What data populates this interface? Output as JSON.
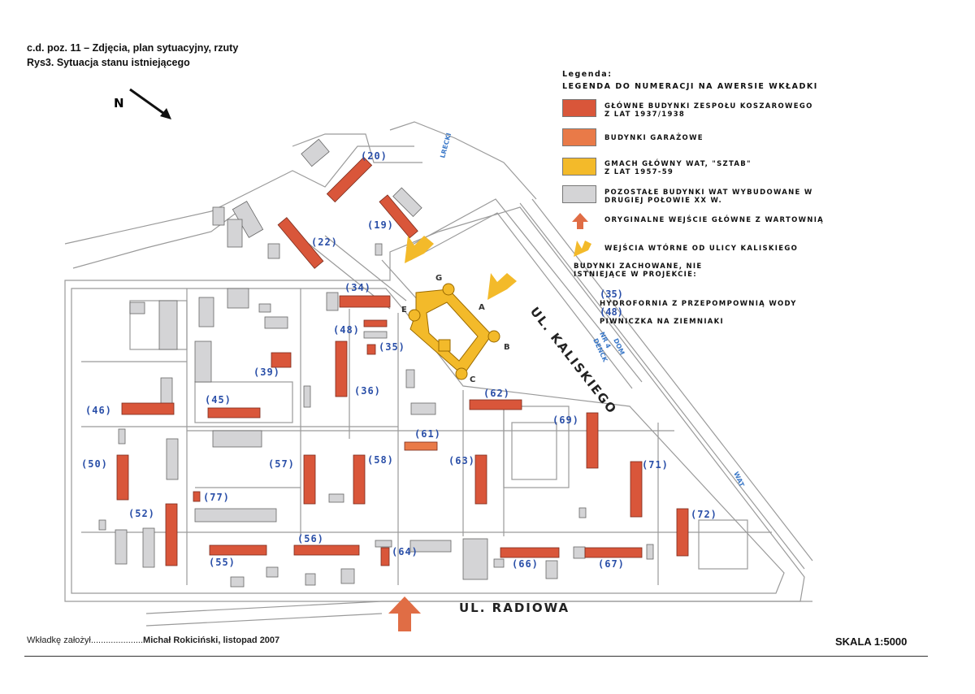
{
  "header": {
    "line1": "c.d. poz. 11 – Zdjęcia, plan sytuacyjny, rzuty",
    "line2": "Rys3. Sytuacja stanu istniejącego"
  },
  "north_label": "N",
  "legend": {
    "title": "Legenda:",
    "subtitle": "LEGENDA DO NUMERACJI NA AWERSIE WKŁADKI",
    "items": [
      {
        "text": "GŁÓWNE BUDYNKI ZESPOŁU KOSZAROWEGO\nZ LAT 1937/1938",
        "color": "#d9563a"
      },
      {
        "text": "BUDYNKI GARAŻOWE",
        "color": "#e97a48"
      },
      {
        "text": "GMACH GŁÓWNY WAT, \"SZTAB\"\nZ LAT 1957-59",
        "color": "#f3ba2a"
      },
      {
        "text": "POZOSTAŁE BUDYNKI WAT WYBUDOWANE W\nDRUGIEJ POŁOWIE XX W.",
        "color": "#d4d4d6"
      }
    ],
    "main_entrance": "ORYGINALNE WEJŚCIE GŁÓWNE Z WARTOWNIĄ",
    "secondary_entrances": "WEJŚCIA WTÓRNE OD ULICY KALISKIEGO",
    "preserved_header": "BUDYNKI ZACHOWANE, NIE\nISTNIEJĄCE W PROJEKCIE:",
    "preserved": [
      {
        "num": "(35)",
        "text": "HYDROFORNIA Z PRZEPOMPOWNIĄ WODY"
      },
      {
        "num": "(48)",
        "text": "PIWNICZKA NA ZIEMNIAKI"
      }
    ]
  },
  "streets": {
    "kaliskiego": "UL. KALISKIEGO",
    "radiowa": "UL. RADIOWA"
  },
  "building_labels": [
    "(20)",
    "(19)",
    "(22)",
    "(34)",
    "(48)",
    "(35)",
    "(39)",
    "(36)",
    "(45)",
    "(46)",
    "(62)",
    "(69)",
    "(61)",
    "(50)",
    "(57)",
    "(58)",
    "(63)",
    "(71)",
    "(77)",
    "(52)",
    "(72)",
    "(56)",
    "(64)",
    "(55)",
    "(66)",
    "(67)"
  ],
  "gate_letters": [
    "G",
    "A",
    "E",
    "B",
    "C"
  ],
  "side_labels": [
    "LRECKI",
    "DOM",
    "DENCK",
    "NR 4",
    "WAT"
  ],
  "footer": {
    "author_prefix": "Wkładkę założył.....................",
    "author": "Michał Rokiciński, listopad 2007",
    "scale": "SKALA 1:5000"
  }
}
